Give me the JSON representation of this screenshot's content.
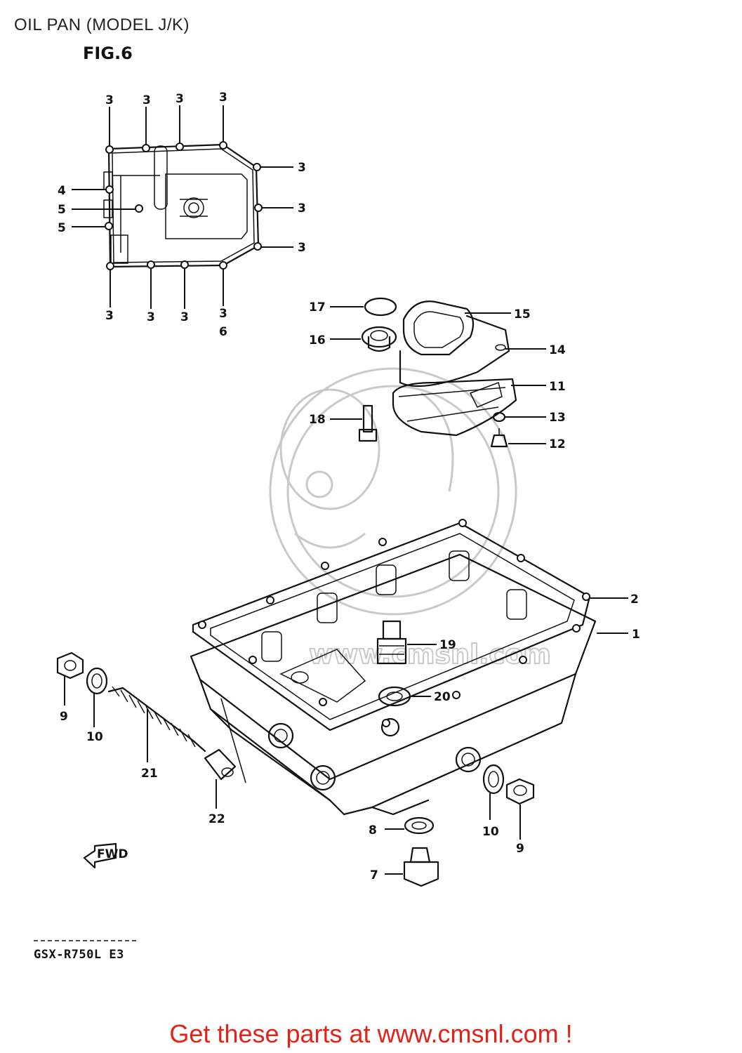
{
  "page_title": "OIL PAN (MODEL J/K)",
  "figure_label": "FIG.6",
  "model_label": "GSX-R750L E3",
  "footer_link": "Get these parts at www.cmsnl.com !",
  "watermark_text": "www.cmsnl.com",
  "fwd_label": "FWD",
  "callouts": {
    "c3a": "3",
    "c3b": "3",
    "c3c": "3",
    "c3d": "3",
    "c3e": "3",
    "c3f": "3",
    "c3g": "3",
    "c3h": "3",
    "c3i": "3",
    "c3j": "3",
    "c3k": "3",
    "c4": "4",
    "c5a": "5",
    "c5b": "5",
    "c6": "6",
    "c17": "17",
    "c15": "15",
    "c16": "16",
    "c14": "14",
    "c11": "11",
    "c18": "18",
    "c13": "13",
    "c12": "12",
    "c2": "2",
    "c1": "1",
    "c19": "19",
    "c20": "20",
    "c9a": "9",
    "c10a": "10",
    "c21": "21",
    "c22": "22",
    "c8": "8",
    "c10b": "10",
    "c9b": "9",
    "c7": "7"
  }
}
